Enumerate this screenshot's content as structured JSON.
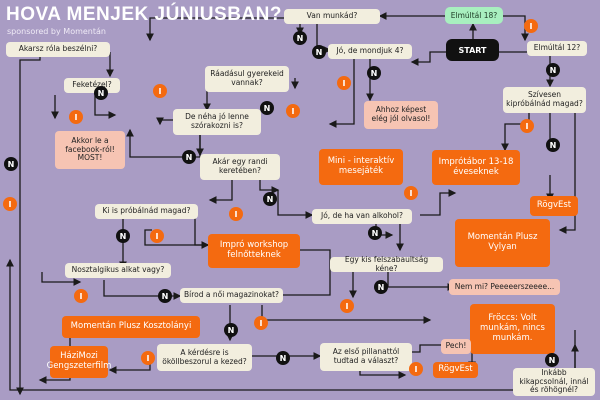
{
  "header": {
    "title": "HOVA MENJEK JÚNIUSBAN?",
    "subtitle": "sponsored by Momentán"
  },
  "badges": {
    "yes": "I",
    "no": "N"
  },
  "colors": {
    "background": "#a99cc4",
    "question_box": "#f2eede",
    "answer_box": "#f46a10",
    "note_box": "#f6c4b3",
    "entry_box": "#a8efbf",
    "start_box": "#111111",
    "line": "#1a1a1a"
  },
  "nodes": {
    "elmultal_18": "Elmúltál 18?",
    "start": "START",
    "van_munkad": "Van munkád?",
    "akarsz_rola": "Akarsz róla beszélni?",
    "jo_de_mondjuk_4": "Jó, de mondjuk 4?",
    "elmultal_12": "Elmúltál 12?",
    "feketezel": "Feketézel?",
    "raadasul_gyerekeid": "Ráadásul gyerekeid vannak?",
    "ahhoz_kepest": "Ahhoz képest elég jól olvasol!",
    "szivesen_kiprobalnad": "Szívesen kipróbálnád magad?",
    "de_neha_jo_lenne": "De néha jó lenne szórakozni is?",
    "akkor_le_a_facebookrol": "Akkor le a facebook-ról! MOST!",
    "mini_interaktiv": "Mini - interaktív mesejáték",
    "improtabor": "Imprótábor 13-18 éveseknek",
    "akar_egy_randi": "Akár egy randi keretében?",
    "rogvest_top": "RögvEst",
    "ki_is_probalnad": "Ki is próbálnád magad?",
    "jo_de_ha_van_alkohol": "Jó, de ha van alkohol?",
    "momentan_plusz_vylyan": "Momentán Plusz Vylyan",
    "impro_workshop": "Impró workshop felnőtteknek",
    "egy_kis_felszabaultsag": "Egy kis felszabaultság kéne?",
    "nosztalgikus_alkat": "Nosztalgikus alkat vagy?",
    "nem_mi": "Nem mi? Peeeeerszeeee...",
    "birod_a_noi": "Bírod a női magazinokat?",
    "momentan_plusz_kosztolanyi": "Momentán Plusz Kosztolányi",
    "froccs": "Fröccs: Volt munkám, nincs munkám.",
    "hazimozi": "HáziMozi Gengszeterfilm",
    "a_kerdesre": "A kérdésre is ököllbeszorul a kezed?",
    "az_elso_pillanattol": "Az első pillanattól tudtad a választ?",
    "pech": "Pech!",
    "rogvest_bottom": "RögvEst",
    "inkabb_kikapcsolnal": "Inkább kikapcsolnál, innál és röhögnél?"
  }
}
